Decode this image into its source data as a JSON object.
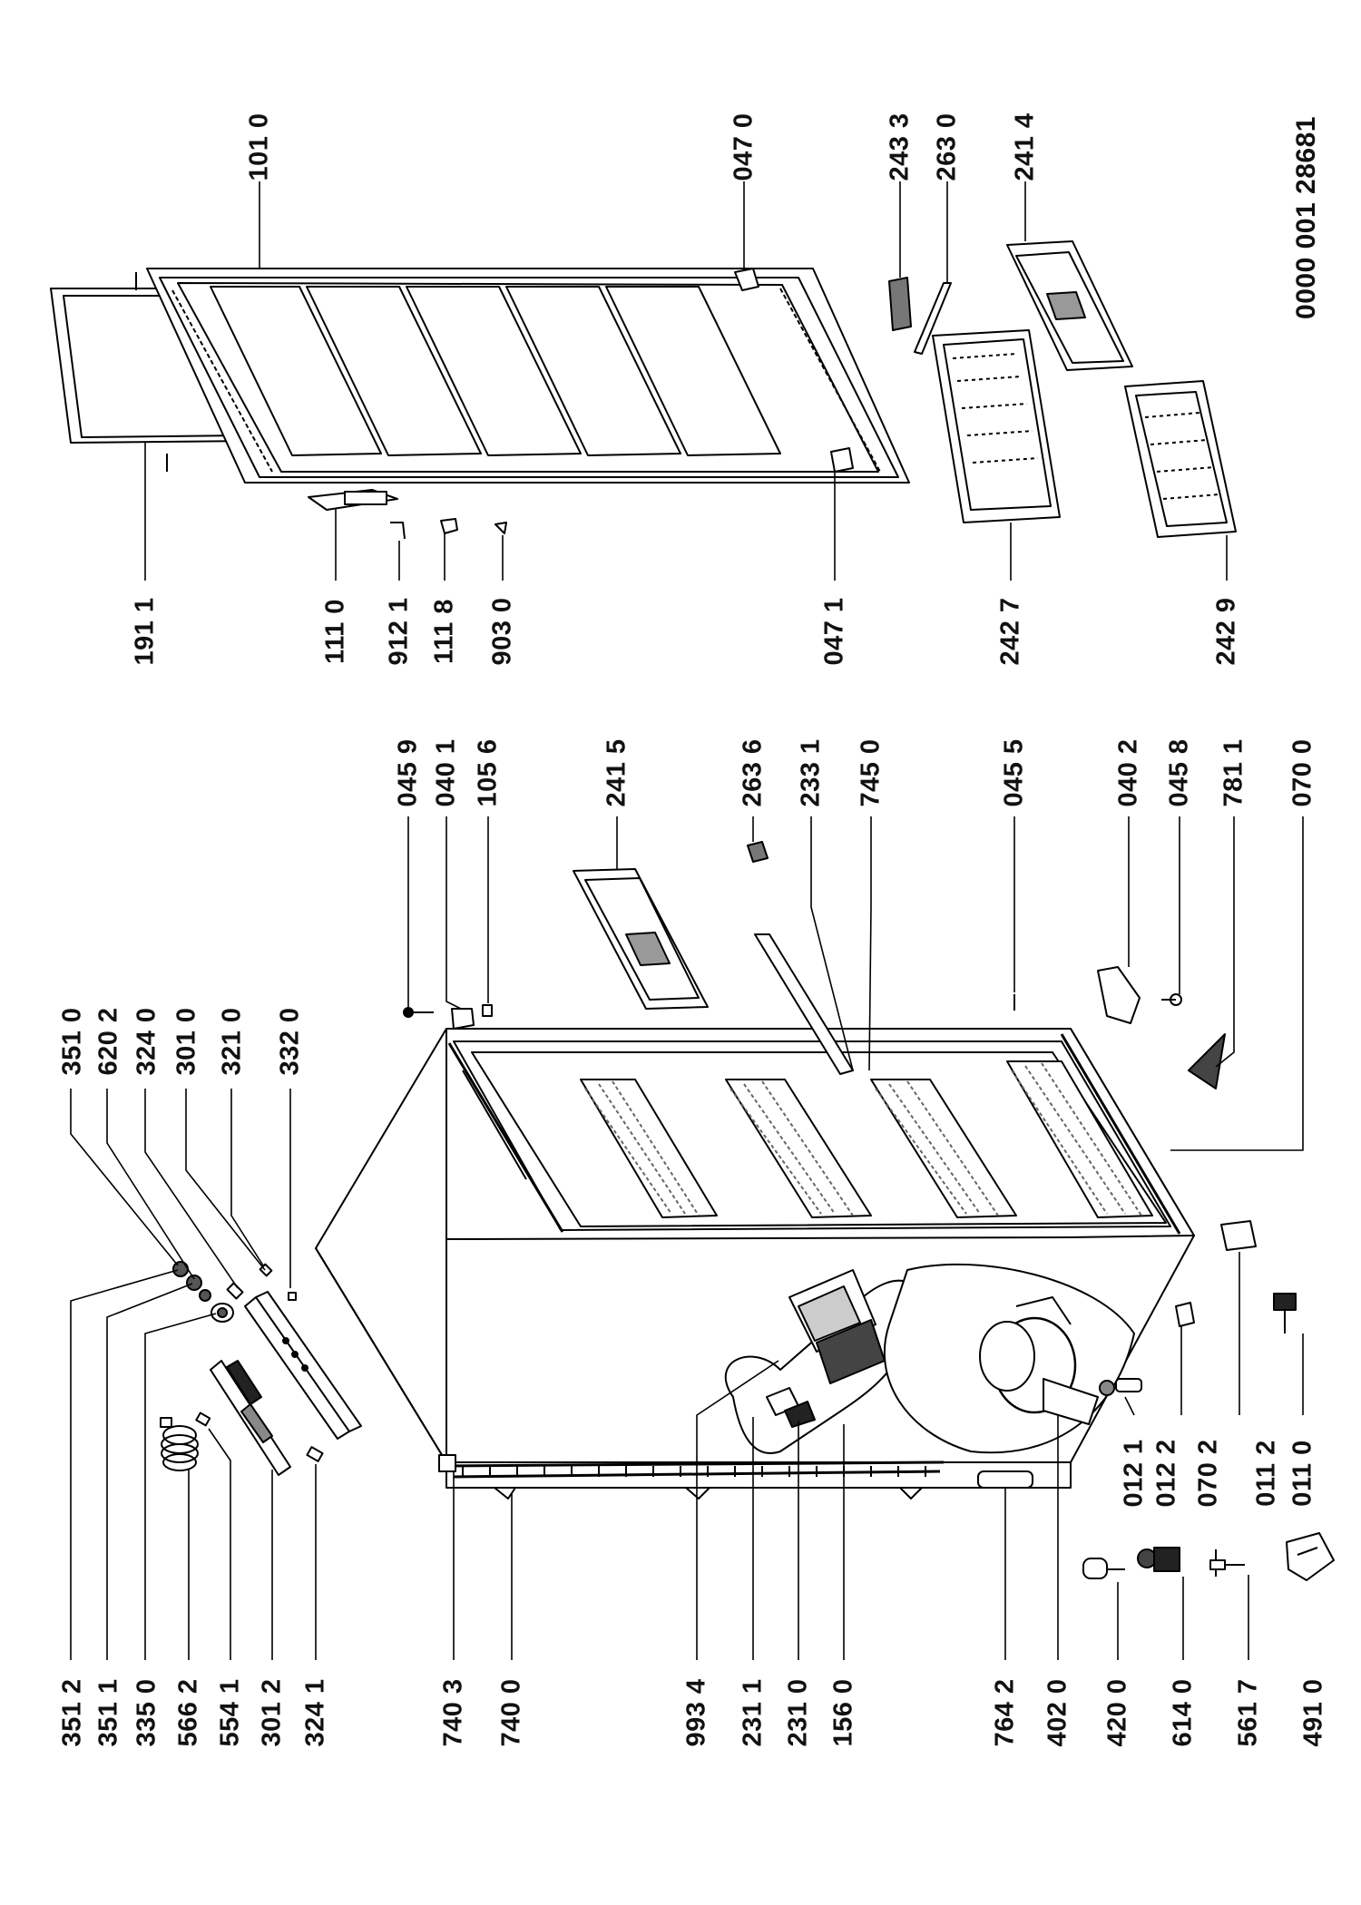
{
  "document_id": "0000 001 28681",
  "labels": {
    "p3512": "351 2",
    "p3511": "351 1",
    "p3350": "335 0",
    "p5662": "566 2",
    "p5541": "554 1",
    "p3012": "301 2",
    "p3241": "324 1",
    "p3510": "351 0",
    "p6202": "620 2",
    "p3240": "324 0",
    "p3010": "301 0",
    "p3210": "321 0",
    "p3320": "332 0",
    "p7403": "740 3",
    "p7400": "740 0",
    "p9934": "993 4",
    "p2311": "231 1",
    "p2310": "231 0",
    "p1560": "156 0",
    "p7642": "764 2",
    "p4020": "402 0",
    "p4200": "420 0",
    "p6140": "614 0",
    "p5617": "561 7",
    "p4910": "491 0",
    "p0459": "045 9",
    "p0401": "040 1",
    "p1056": "105 6",
    "p2415": "241 5",
    "p2636": "263 6",
    "p2331": "233 1",
    "p7450": "745 0",
    "p0455": "045 5",
    "p0402": "040 2",
    "p0458": "045 8",
    "p7811": "781 1",
    "p0700": "070 0",
    "p0121": "012 1",
    "p0122": "012 2",
    "p0702": "070 2",
    "p0112": "011 2",
    "p0110": "011 0",
    "p1911": "191 1",
    "p1110": "111 0",
    "p9121": "912 1",
    "p1118": "111 8",
    "p9030": "903 0",
    "p0471": "047 1",
    "p2427": "242 7",
    "p2429": "242 9",
    "p1010": "101 0",
    "p0470": "047 0",
    "p2433": "243 3",
    "p2630": "263 0",
    "p2414": "241 4"
  }
}
